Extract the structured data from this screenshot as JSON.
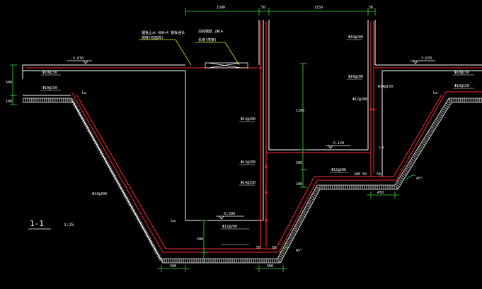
{
  "colors": {
    "background": "#000000",
    "rebar": "#ff2a2a",
    "outline": "#ffffff",
    "dimension": "#3cdc3c",
    "leader": "#e6e600",
    "text": "#ffffff",
    "hatch": "#9a9a9a"
  },
  "section": {
    "title": "1-1",
    "scale": "1:25"
  },
  "dimensions": {
    "top_left_span": "1500",
    "top_left_wall": "50",
    "top_right_span": "1150",
    "top_right_wall": "50",
    "left_depth_500": "500",
    "left_depth_100": "100",
    "vertical_1100": "1100",
    "inner_200": "200",
    "inner_100": "100",
    "bottom_500": "500",
    "bottom_50_left": "50",
    "bottom_50_right": "50",
    "bottom_left_500": "500",
    "bottom_right_500": "500",
    "right_450": "450",
    "step_200": "200",
    "step_50_a": "50",
    "step_50_b": "50"
  },
  "elevations": {
    "top_left": "-3.670",
    "top_right": "-3.670",
    "inner_top": "-5.120",
    "inner_bottom": "-6.500"
  },
  "angles": {
    "right_upper": "45°",
    "right_lower": "45°"
  },
  "annotations": {
    "leader_a_line1": "钢板止水 400×4 钢板通长",
    "leader_a_line2": "焊接(双面焊)",
    "leader_b_line1": "加强钢筋 2Φ14",
    "leader_b_line2": "长度(搭接)",
    "rebar_top_left": "Φ10@150",
    "rebar_top_right": "Φ10@150",
    "rebar_wall_mid": "Φ12@200",
    "rebar_wall_low": "Φ12@200",
    "rebar_right_wall_a": "Φ10@200",
    "rebar_right_wall_b": "Φ14@200",
    "rebar_right_wall_c": "Φ14@150",
    "rebar_right_step": "Φ12@200",
    "rebar_inner_step": "Φ12@200",
    "rebar_bottom": "Φ12@200",
    "rebar_slope_left": "Φ14@200",
    "rebar_far_left": "Φ10@150",
    "rebar_far_right": "Φ10@150",
    "rebar_small_note": "Φ14@150",
    "la_mark": "La"
  }
}
